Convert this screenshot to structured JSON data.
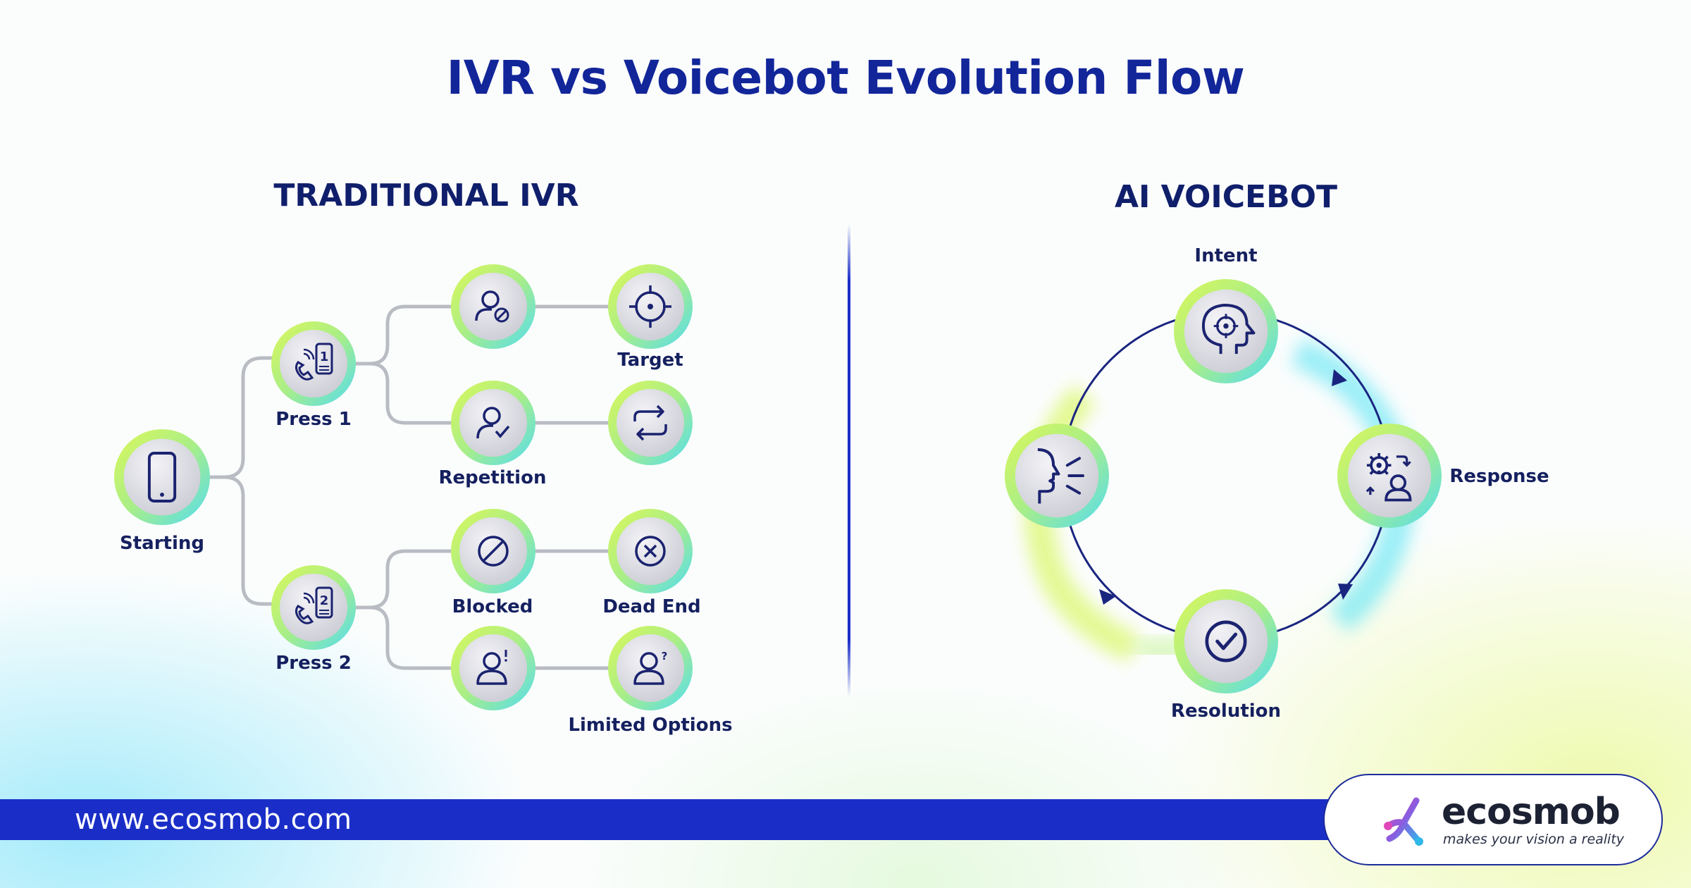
{
  "title": "IVR vs Voicebot Evolution Flow",
  "ivr": {
    "title": "TRADITIONAL IVR",
    "labels": {
      "starting": "Starting",
      "press1": "Press 1",
      "press2": "Press 2",
      "target": "Target",
      "repetition": "Repetition",
      "blocked": "Blocked",
      "dead_end": "Dead End",
      "limited_options": "Limited Options"
    }
  },
  "voicebot": {
    "title": "AI VOICEBOT",
    "labels": {
      "intent": "Intent",
      "response": "Response",
      "resolution": "Resolution"
    }
  },
  "footer": {
    "url": "www.ecosmob.com",
    "brand": "ecosmob",
    "tagline": "makes your vision a reality"
  },
  "colors": {
    "title": "#12269a",
    "label": "#15205f",
    "bar": "#1a2ec7",
    "ring_green": "#c9f25a",
    "ring_cyan": "#5ee0f0",
    "icon": "#1b2370"
  }
}
